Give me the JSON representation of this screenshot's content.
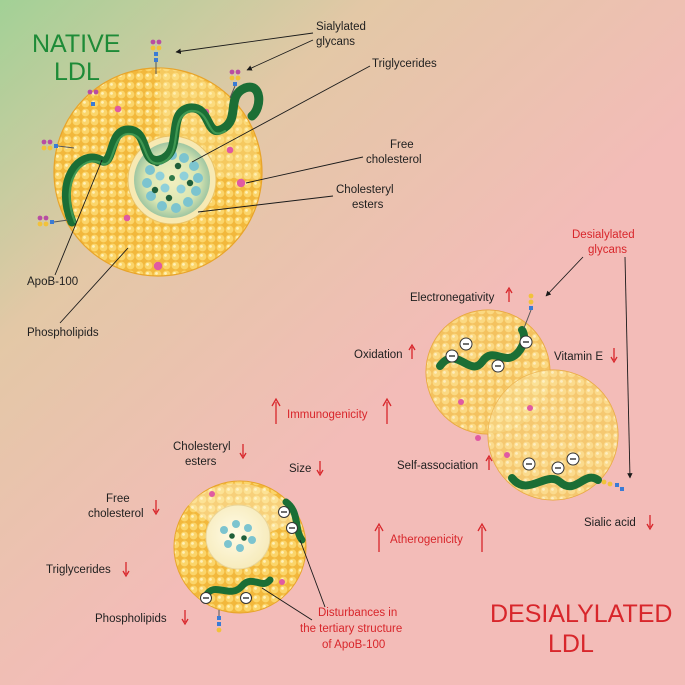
{
  "native": {
    "title_line1": "NATIVE",
    "title_line2": "LDL",
    "labels": {
      "sialylated_line1": "Sialylated",
      "sialylated_line2": "glycans",
      "triglycerides": "Triglycerides",
      "free_chol_line1": "Free",
      "free_chol_line2": "cholesterol",
      "chol_esters_line1": "Cholesteryl",
      "chol_esters_line2": "esters",
      "apob": "ApoB-100",
      "phospholipids": "Phospholipids"
    }
  },
  "desialylated": {
    "title_line1": "DESIALYLATED",
    "title_line2": "LDL",
    "labels": {
      "desialylated_glycans_line1": "Desialylated",
      "desialylated_glycans_line2": "glycans",
      "electronegativity": "Electronegativity",
      "oxidation": "Oxidation",
      "vitamin_e": "Vitamin E",
      "immunogenicity": "Immunogenicity",
      "self_association": "Self-association",
      "atherogenicity": "Atherogenicity",
      "sialic_acid": "Sialic acid",
      "chol_esters_line1": "Cholesteryl",
      "chol_esters_line2": "esters",
      "size": "Size",
      "free_chol_line1": "Free",
      "free_chol_line2": "cholesterol",
      "triglycerides": "Triglycerides",
      "phospholipids": "Phospholipids",
      "disturbances_line1": "Disturbances in",
      "disturbances_line2": "the tertiary structure",
      "disturbances_line3": "of ApoB-100"
    }
  },
  "colors": {
    "native_accent": "#1e8b37",
    "desialylated_accent": "#d8262b",
    "background_green": "#a9d49a",
    "background_pink": "#f3bfbb",
    "apob_green": "#1b6e35",
    "lipid_yellow": "#f6c24a"
  }
}
